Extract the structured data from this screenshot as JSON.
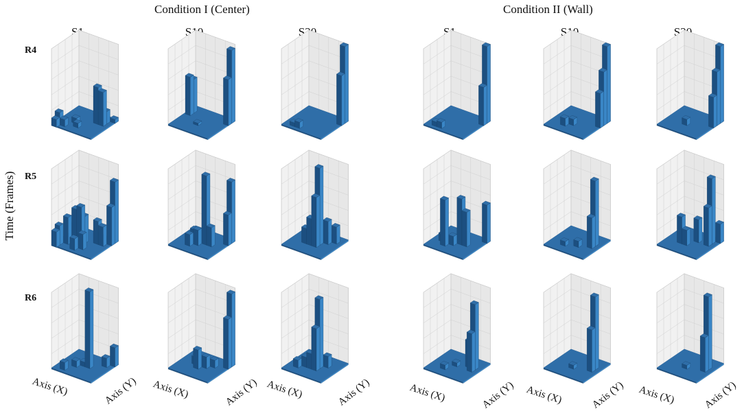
{
  "colors": {
    "bar_top": "#2f6ea8",
    "bar_left": "#1c4f80",
    "bar_right": "#3a86c6",
    "grid": "#d0d0d0",
    "pane_left": "#f1f1f1",
    "pane_back": "#e7e7e7",
    "floor": "#ececec"
  },
  "figure": {
    "y_axis_label": "Time (Frames)",
    "axis_x_label": "Axis (X)",
    "axis_y_label": "Axis (Y)"
  },
  "conditions": [
    {
      "title": "Condition I (Center)",
      "columns": [
        "S1",
        "S10",
        "S20"
      ]
    },
    {
      "title": "Condition II (Wall)",
      "columns": [
        "S1",
        "S10",
        "S20"
      ]
    }
  ],
  "rows": [
    "R4",
    "R5",
    "R6"
  ],
  "chart_data": {
    "type": "bar3d",
    "grid_size": [
      8,
      8
    ],
    "zlim": [
      0,
      10
    ],
    "value_note": "Time (Frames) per floor cell, relative scale",
    "panels": [
      {
        "condition": "Condition I (Center)",
        "column": "S1",
        "row": "R4",
        "bars": [
          [
            0,
            0,
            1
          ],
          [
            0,
            1,
            1.6
          ],
          [
            1,
            1,
            0.9
          ],
          [
            2,
            3,
            0.7
          ],
          [
            3,
            2,
            0.6
          ],
          [
            5,
            5,
            4.8
          ],
          [
            6,
            5,
            4.4
          ],
          [
            6,
            6,
            1.6
          ],
          [
            7,
            7,
            0.5
          ]
        ]
      },
      {
        "condition": "Condition I (Center)",
        "column": "S10",
        "row": "R4",
        "bars": [
          [
            0,
            5,
            5
          ],
          [
            0,
            6,
            4.4
          ],
          [
            7,
            7,
            9.5
          ],
          [
            7,
            6,
            6
          ],
          [
            3,
            3,
            0.3
          ]
        ]
      },
      {
        "condition": "Condition I (Center)",
        "column": "S20",
        "row": "R4",
        "bars": [
          [
            7,
            7,
            10
          ],
          [
            7,
            6,
            6.5
          ],
          [
            2,
            1,
            0.8
          ],
          [
            1,
            1,
            0.5
          ]
        ]
      },
      {
        "condition": "Condition II (Wall)",
        "column": "S1",
        "row": "R4",
        "bars": [
          [
            7,
            7,
            10
          ],
          [
            7,
            6,
            5
          ],
          [
            2,
            1,
            0.8
          ],
          [
            1,
            1,
            0.6
          ]
        ]
      },
      {
        "condition": "Condition II (Wall)",
        "column": "S10",
        "row": "R4",
        "bars": [
          [
            7,
            7,
            10
          ],
          [
            7,
            6,
            7
          ],
          [
            7,
            5,
            4.5
          ],
          [
            2,
            2,
            1
          ],
          [
            3,
            3,
            0.8
          ]
        ]
      },
      {
        "condition": "Condition II (Wall)",
        "column": "S20",
        "row": "R4",
        "bars": [
          [
            7,
            7,
            10
          ],
          [
            7,
            6,
            7
          ],
          [
            7,
            5,
            4
          ],
          [
            3,
            3,
            0.8
          ]
        ]
      },
      {
        "condition": "Condition I (Center)",
        "column": "S1",
        "row": "R5",
        "bars": [
          [
            0,
            0,
            2
          ],
          [
            0,
            1,
            2.5
          ],
          [
            1,
            2,
            3.5
          ],
          [
            2,
            3,
            4.5
          ],
          [
            3,
            3,
            5
          ],
          [
            3,
            4,
            3.5
          ],
          [
            2,
            5,
            2.5
          ],
          [
            4,
            2,
            2
          ],
          [
            5,
            5,
            3
          ],
          [
            6,
            5,
            2.5
          ],
          [
            7,
            7,
            8
          ],
          [
            7,
            6,
            5
          ],
          [
            1,
            4,
            2
          ],
          [
            3,
            1,
            1.5
          ]
        ]
      },
      {
        "condition": "Condition I (Center)",
        "column": "S10",
        "row": "R5",
        "bars": [
          [
            4,
            4,
            9
          ],
          [
            7,
            7,
            8
          ],
          [
            7,
            6,
            4
          ],
          [
            3,
            3,
            2
          ],
          [
            2,
            2,
            1.5
          ],
          [
            5,
            4,
            2.5
          ],
          [
            1,
            5,
            1
          ]
        ]
      },
      {
        "condition": "Condition I (Center)",
        "column": "S20",
        "row": "R5",
        "bars": [
          [
            4,
            4,
            10
          ],
          [
            4,
            3,
            6.5
          ],
          [
            3,
            3,
            3.5
          ],
          [
            5,
            5,
            3
          ],
          [
            6,
            6,
            2.2
          ],
          [
            2,
            3,
            2
          ],
          [
            3,
            5,
            2
          ],
          [
            4,
            5,
            1.5
          ]
        ]
      },
      {
        "condition": "Condition II (Wall)",
        "column": "S1",
        "row": "R5",
        "bars": [
          [
            2,
            2,
            6
          ],
          [
            4,
            4,
            6
          ],
          [
            5,
            4,
            4.5
          ],
          [
            7,
            7,
            5
          ],
          [
            1,
            3,
            1
          ],
          [
            3,
            3,
            1.2
          ]
        ]
      },
      {
        "condition": "Condition II (Wall)",
        "column": "S10",
        "row": "R5",
        "bars": [
          [
            6,
            5,
            8.5
          ],
          [
            6,
            4,
            4
          ],
          [
            2,
            2,
            0.6
          ],
          [
            4,
            3,
            0.8
          ]
        ]
      },
      {
        "condition": "Condition II (Wall)",
        "column": "S20",
        "row": "R5",
        "bars": [
          [
            6,
            6,
            8.5
          ],
          [
            6,
            5,
            5
          ],
          [
            2,
            3,
            3.5
          ],
          [
            3,
            3,
            2
          ],
          [
            4,
            5,
            3
          ],
          [
            7,
            7,
            2.5
          ]
        ]
      },
      {
        "condition": "Condition I (Center)",
        "column": "S1",
        "row": "R6",
        "bars": [
          [
            4,
            4,
            10
          ],
          [
            7,
            7,
            2.5
          ],
          [
            6,
            6,
            1.2
          ],
          [
            1,
            1,
            1
          ],
          [
            2,
            3,
            0.8
          ],
          [
            3,
            4,
            0.6
          ]
        ]
      },
      {
        "condition": "Condition I (Center)",
        "column": "S10",
        "row": "R6",
        "bars": [
          [
            7,
            7,
            9.5
          ],
          [
            7,
            6,
            6.5
          ],
          [
            3,
            3,
            2.5
          ],
          [
            4,
            4,
            1.5
          ],
          [
            2,
            4,
            1
          ],
          [
            5,
            5,
            1
          ]
        ]
      },
      {
        "condition": "Condition I (Center)",
        "column": "S20",
        "row": "R6",
        "bars": [
          [
            4,
            4,
            9
          ],
          [
            4,
            3,
            5.5
          ],
          [
            3,
            3,
            2
          ],
          [
            5,
            5,
            1.5
          ],
          [
            2,
            3,
            1.3
          ],
          [
            1,
            2,
            1
          ]
        ]
      },
      {
        "condition": "Condition II (Wall)",
        "column": "S1",
        "row": "R6",
        "bars": [
          [
            6,
            5,
            8.5
          ],
          [
            6,
            4,
            5
          ],
          [
            5,
            5,
            3.5
          ],
          [
            2,
            2,
            0.6
          ],
          [
            3,
            4,
            0.5
          ]
        ]
      },
      {
        "condition": "Condition II (Wall)",
        "column": "S10",
        "row": "R6",
        "bars": [
          [
            6,
            5,
            9.5
          ],
          [
            6,
            4,
            5.5
          ],
          [
            3,
            3,
            0.5
          ]
        ]
      },
      {
        "condition": "Condition II (Wall)",
        "column": "S20",
        "row": "R6",
        "bars": [
          [
            6,
            5,
            9.5
          ],
          [
            6,
            4,
            4.5
          ],
          [
            3,
            3,
            0.5
          ]
        ]
      }
    ]
  }
}
